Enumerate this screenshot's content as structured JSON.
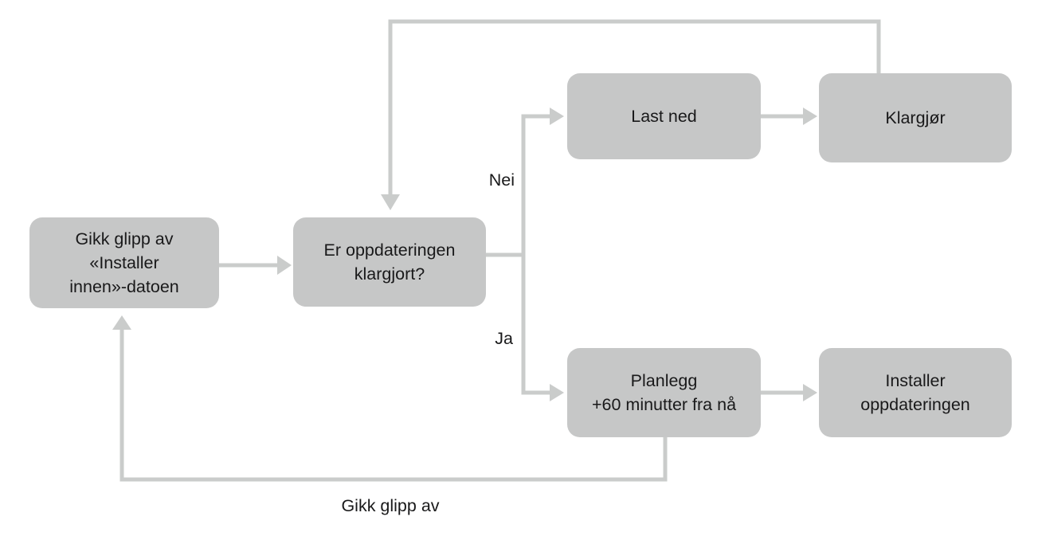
{
  "colors": {
    "background": "#ffffff",
    "box_fill": "#c6c7c7",
    "connector": "#cacccb",
    "text": "#19191a"
  },
  "nodes": {
    "missed_date": {
      "lines": [
        "Gikk glipp av",
        "«Installer",
        "innen»-datoen"
      ]
    },
    "question": {
      "lines": [
        "Er oppdateringen",
        "klargjort?"
      ]
    },
    "download": {
      "lines": [
        "Last ned"
      ]
    },
    "prepare": {
      "lines": [
        "Klargjør"
      ]
    },
    "schedule": {
      "lines": [
        "Planlegg",
        "+60 minutter fra nå"
      ]
    },
    "install": {
      "lines": [
        "Installer",
        "oppdateringen"
      ]
    }
  },
  "edge_labels": {
    "nei": "Nei",
    "ja": "Ja",
    "missed": "Gikk glipp av"
  }
}
